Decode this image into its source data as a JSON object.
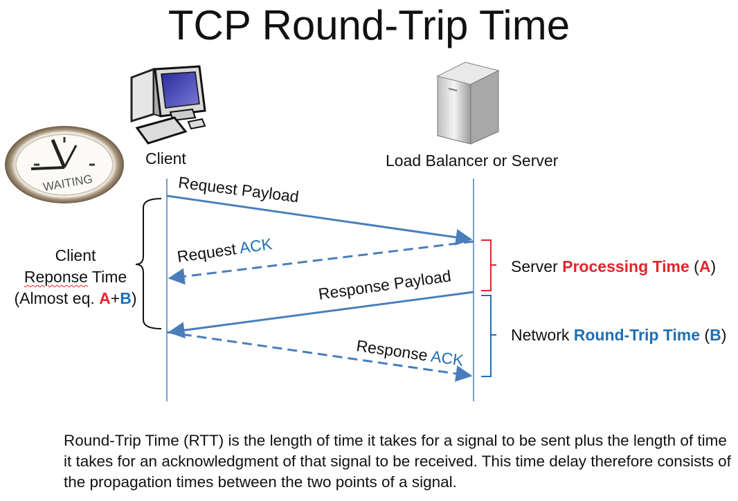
{
  "title": "TCP Round-Trip Time",
  "client_label": "Client",
  "server_label": "Load Balancer or Server",
  "clock_text": "WAITING",
  "messages": {
    "request_payload": "Request Payload",
    "request_ack_prefix": "Request ",
    "request_ack_suffix": "ACK",
    "response_payload": "Response Payload",
    "response_ack_prefix": "Response ",
    "response_ack_suffix": "ACK"
  },
  "client_response": {
    "line1": "Client",
    "line2_word": "Reponse",
    "line2_rest": " Time",
    "line3_prefix": "(Almost eq. ",
    "a": "A",
    "plus": "+",
    "b": "B",
    "line3_suffix": ")"
  },
  "server_processing": {
    "prefix": "Server ",
    "highlight": "Processing Time",
    "open": " (",
    "letter": "A",
    "close": ")"
  },
  "network_rtt": {
    "prefix": "Network ",
    "highlight": "Round-Trip Time",
    "open": " (",
    "letter": "B",
    "close": ")"
  },
  "description": "Round-Trip Time (RTT) is the length of time it takes for a signal to be sent plus the length of time it takes for an acknowledgment of that signal to be received. This time delay therefore consists of the propagation times between the two points of a signal.",
  "colors": {
    "arrow": "#4a7ebb",
    "red": "#e3242b",
    "blue": "#1f6fb5"
  },
  "icons": [
    "computer-icon",
    "server-icon",
    "clock-icon"
  ]
}
